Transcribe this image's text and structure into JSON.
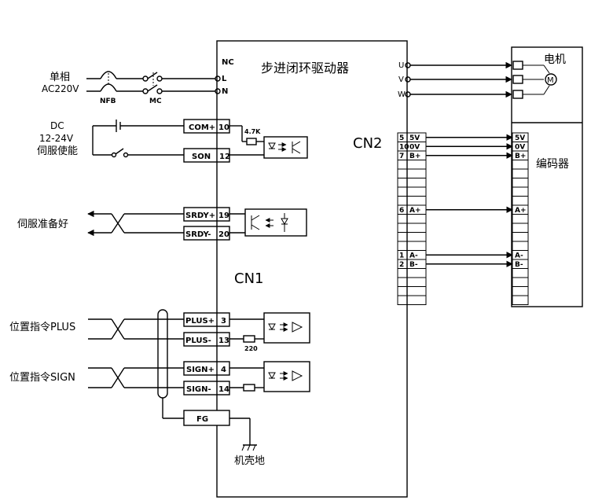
{
  "driver_title": "步进闭环驱动器",
  "cn1_label": "CN1",
  "cn2_label": "CN2",
  "power": {
    "line1": "单相",
    "line2": "AC220V",
    "nfb": "NFB",
    "mc": "MC",
    "nc": "NC",
    "l": "L",
    "n": "N"
  },
  "dc": {
    "line1": "DC",
    "line2": "12-24V",
    "line3": "伺服使能"
  },
  "resistor_4k7": "4.7K",
  "resistor_220": "220",
  "cn1_pins": {
    "com": "COM+",
    "com_n": "10",
    "son": "SON",
    "son_n": "12",
    "srdy_p": "SRDY+",
    "srdy_p_n": "19",
    "srdy_m": "SRDY-",
    "srdy_m_n": "20",
    "plus_p": "PLUS+",
    "plus_p_n": "3",
    "plus_m": "PLUS-",
    "plus_m_n": "13",
    "sign_p": "SIGN+",
    "sign_p_n": "4",
    "sign_m": "SIGN-",
    "sign_m_n": "14",
    "fg": "FG"
  },
  "signals": {
    "ready": "伺服准备好",
    "plus": "位置指令PLUS",
    "sign": "位置指令SIGN",
    "ground": "机壳地"
  },
  "motor": {
    "label": "电机",
    "u": "U",
    "v": "V",
    "w": "W",
    "m": "M"
  },
  "encoder": {
    "label": "编码器",
    "pins": [
      {
        "n": "5",
        "name": "5V"
      },
      {
        "n": "10",
        "name": "0V"
      },
      {
        "n": "7",
        "name": "B+"
      },
      {
        "n": "6",
        "name": "A+"
      },
      {
        "n": "1",
        "name": "A-"
      },
      {
        "n": "2",
        "name": "B-"
      }
    ],
    "right": [
      "5V",
      "0V",
      "B+",
      "A+",
      "A-",
      "B-"
    ]
  }
}
